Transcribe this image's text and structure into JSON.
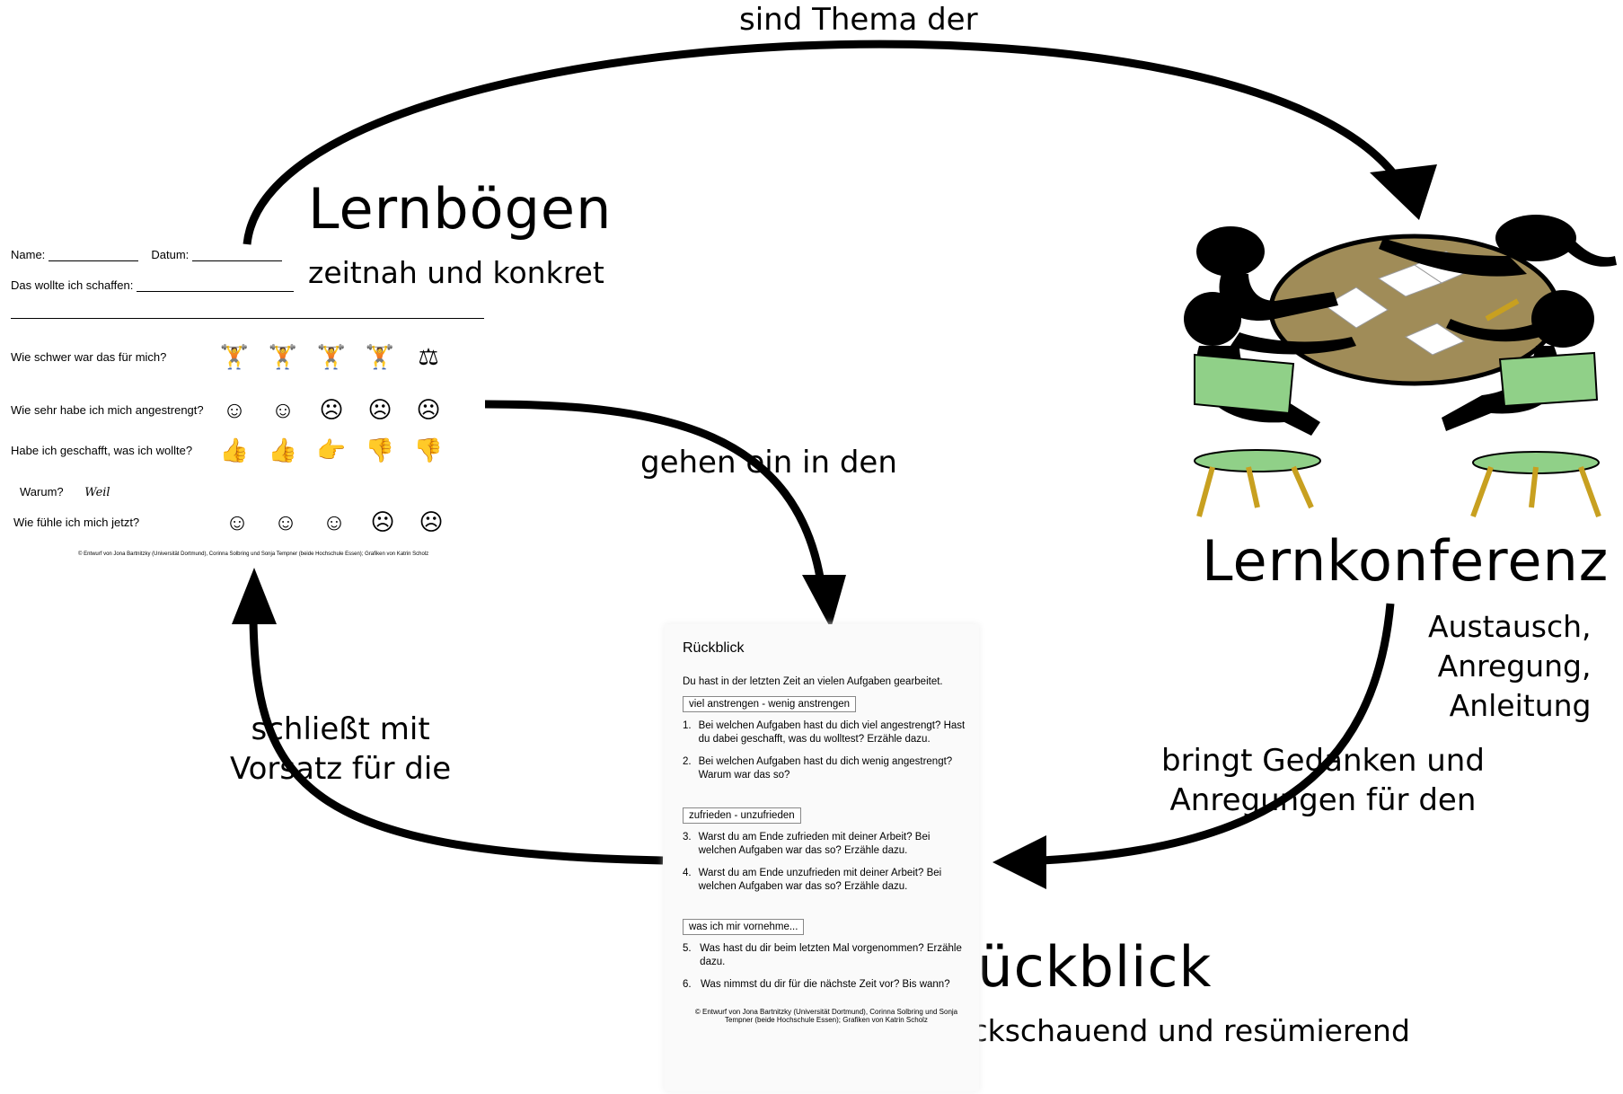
{
  "nodes": {
    "lernboegen": {
      "title": "Lernbögen",
      "subtitle": "zeitnah und konkret"
    },
    "lernkonferenz": {
      "title": "Lernkonferenz",
      "subtitle_lines": [
        "Austausch,",
        "Anregung,",
        "Anleitung"
      ]
    },
    "rueckblick": {
      "title": "Rückblick",
      "subtitle": "rückschauend und resümierend"
    }
  },
  "edges": {
    "top": "sind Thema der",
    "middle": "gehen ein in den",
    "right_lines": [
      "bringt Gedanken und",
      "Anregungen für den"
    ],
    "left_lines": [
      "schließt mit",
      "Vorsatz für die"
    ]
  },
  "lernbogen_sheet": {
    "name_label": "Name:",
    "date_label": "Datum:",
    "goal_label": "Das wollte ich schaffen:",
    "questions": [
      "Wie schwer war das für mich?",
      "Wie sehr habe ich mich angestrengt?",
      "Habe ich geschafft, was ich wollte?",
      "Warum?",
      "Wie fühle ich mich jetzt?"
    ],
    "handwriting": "Weil",
    "footer": "© Entwurf von Jona Bartnitzky (Universität Dortmund), Corinna Solbring und Sonja Tempner (beide Hochschule Essen); Grafiken von Katrin Scholz"
  },
  "rueckblick_sheet": {
    "title": "Rückblick",
    "intro": "Du hast in der letzten Zeit an vielen Aufgaben gearbeitet.",
    "sections": [
      {
        "label": "viel anstrengen - wenig anstrengen",
        "items": [
          {
            "num": "1.",
            "text": "Bei welchen Aufgaben hast du dich viel angestrengt? Hast du dabei geschafft, was du wolltest? Erzähle dazu."
          },
          {
            "num": "2.",
            "text": "Bei welchen Aufgaben hast du dich wenig angestrengt? Warum war das so?"
          }
        ]
      },
      {
        "label": "zufrieden - unzufrieden",
        "items": [
          {
            "num": "3.",
            "text": "Warst du am Ende zufrieden mit deiner Arbeit? Bei welchen Aufgaben war das so? Erzähle dazu."
          },
          {
            "num": "4.",
            "text": "Warst du am Ende unzufrieden mit deiner Arbeit? Bei welchen Aufgaben war das so? Erzähle dazu."
          }
        ]
      },
      {
        "label": "was ich mir vornehme...",
        "items": [
          {
            "num": "5.",
            "text": "Was hast du dir beim letzten Mal vorgenommen? Erzähle dazu."
          },
          {
            "num": "6.",
            "text": "Was nimmst du dir für die nächste Zeit vor? Bis wann?"
          }
        ]
      }
    ],
    "footer": "© Entwurf von Jona Bartnitzky (Universität Dortmund), Corinna Solbring und Sonja Tempner (beide Hochschule Essen); Grafiken von Katrin Scholz"
  },
  "colors": {
    "table": "#a08c58",
    "chair": "#90d088",
    "chair_legs": "#c8a020",
    "silhouette": "#000000"
  }
}
